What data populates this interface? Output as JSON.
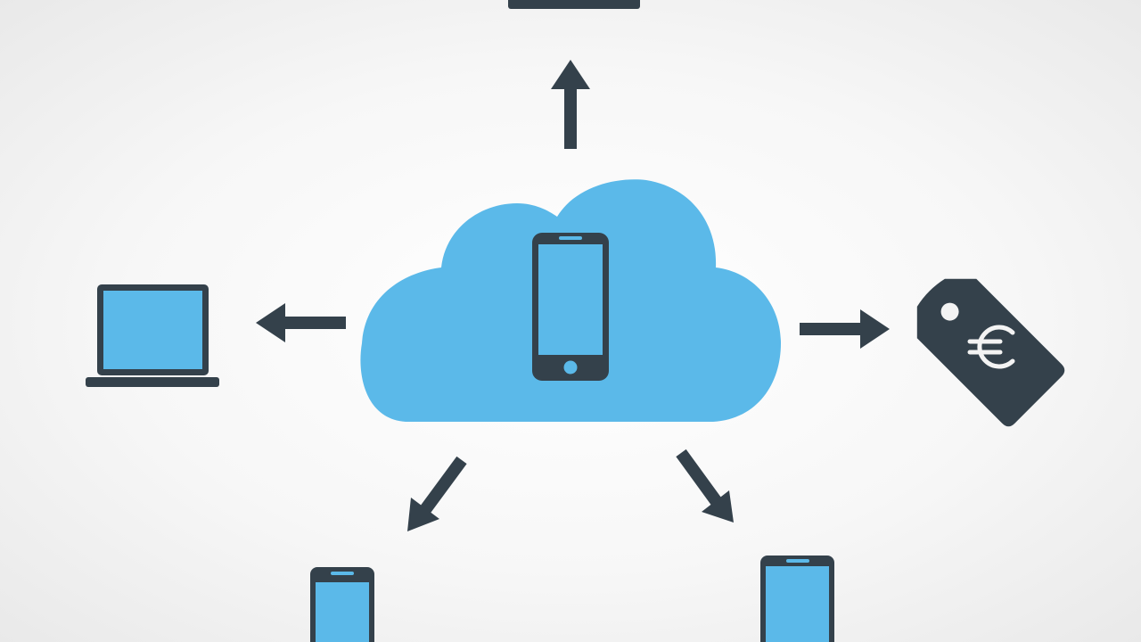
{
  "diagram": {
    "colors": {
      "accent": "#5bb9e9",
      "dark": "#34414b",
      "background": "#f5f5f5"
    },
    "nodes": [
      {
        "id": "cloud",
        "icon": "cloud-icon"
      },
      {
        "id": "center-phone",
        "icon": "smartphone-icon"
      },
      {
        "id": "top-laptop",
        "icon": "laptop-icon"
      },
      {
        "id": "left-laptop",
        "icon": "laptop-icon"
      },
      {
        "id": "price-tag",
        "icon": "euro-price-tag-icon"
      },
      {
        "id": "bottom-left-phone",
        "icon": "smartphone-icon"
      },
      {
        "id": "bottom-right-tablet",
        "icon": "tablet-icon"
      }
    ],
    "arrows": [
      {
        "from": "cloud",
        "to": "top-laptop"
      },
      {
        "from": "cloud",
        "to": "left-laptop"
      },
      {
        "from": "cloud",
        "to": "price-tag"
      },
      {
        "from": "cloud",
        "to": "bottom-left-phone"
      },
      {
        "from": "cloud",
        "to": "bottom-right-tablet"
      }
    ]
  }
}
